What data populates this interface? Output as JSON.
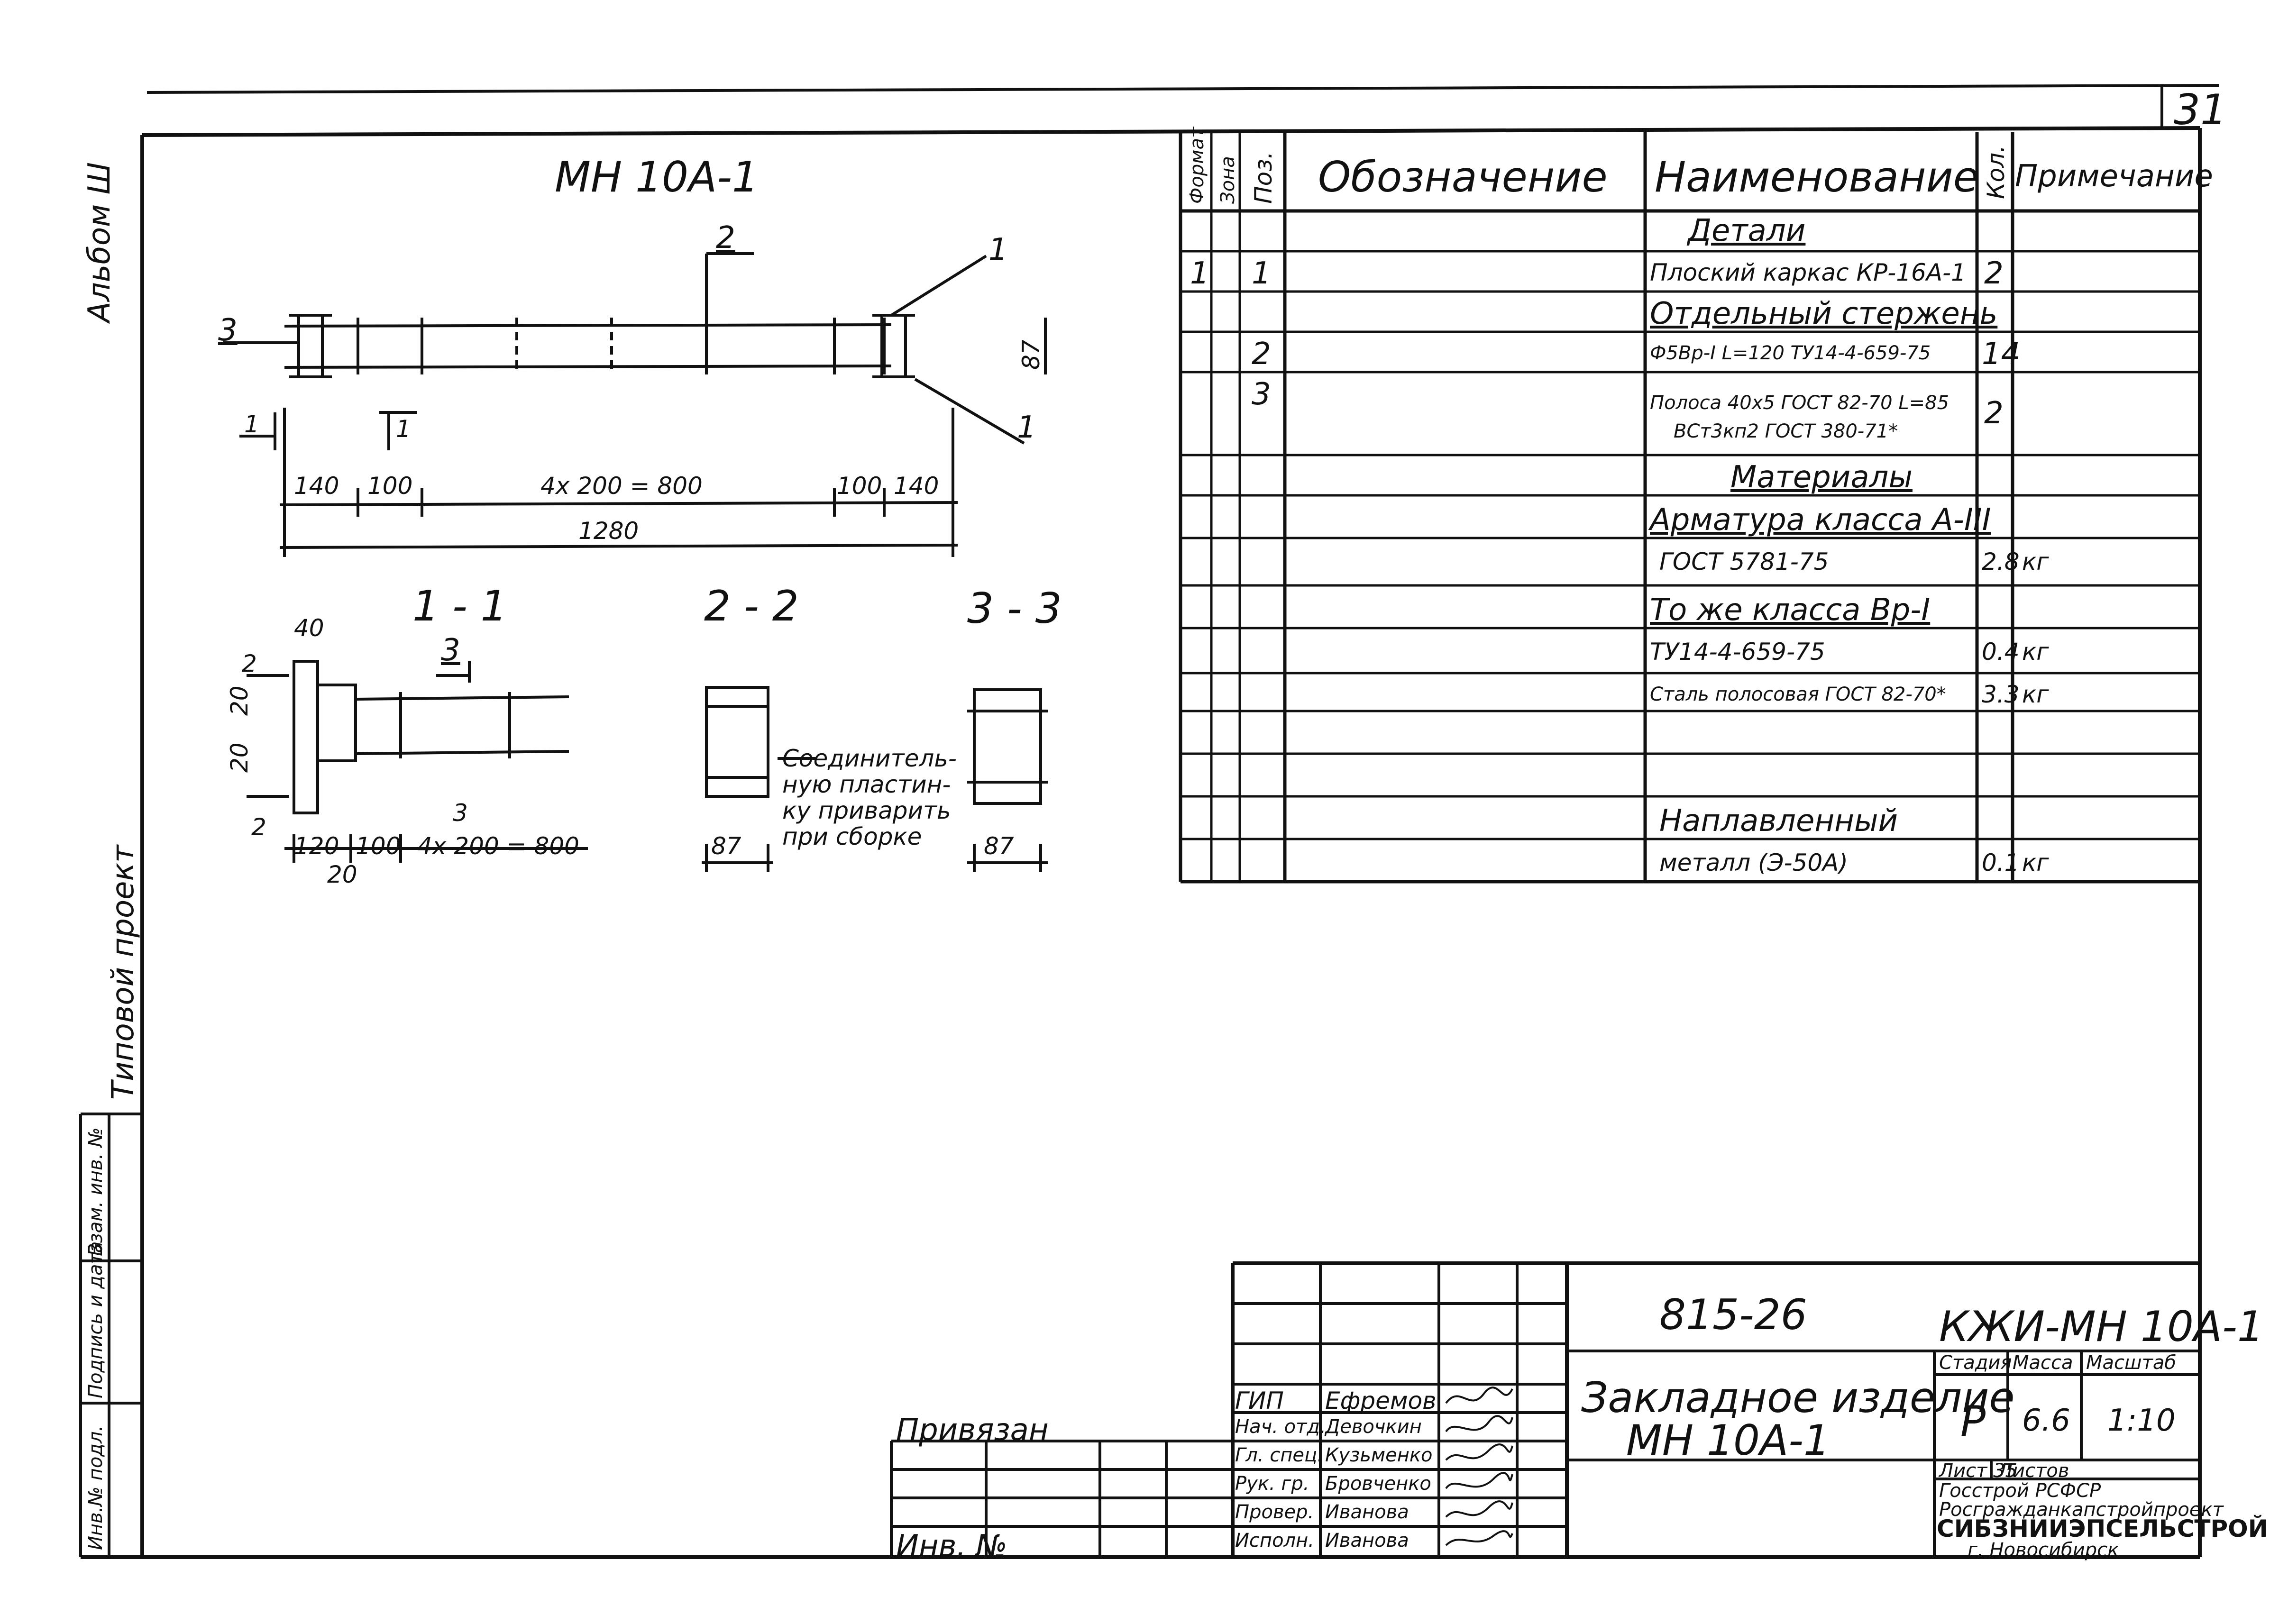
{
  "page_number": "31",
  "margin": {
    "album": "Альбом Ш",
    "project": "Типовой проект",
    "stamp_cols": [
      "Инв.№ подл.",
      "Подпись и дата",
      "Взам. инв. №"
    ]
  },
  "drawing": {
    "title": "МН 10А-1",
    "dims": {
      "d140a": "140",
      "d100a": "100",
      "d4x200": "4х 200 = 800",
      "d100b": "100",
      "d140b": "140",
      "d1280": "1280",
      "d87": "87",
      "callout_1a": "1",
      "callout_1b": "1",
      "callout_2": "2",
      "callout_3": "3",
      "cut_1": "1",
      "cut_1b": "1"
    },
    "sections": {
      "s11_title": "1 - 1",
      "s22_title": "2 - 2",
      "s33_title": "3 - 3",
      "s11_d40": "40",
      "s11_d20a": "20",
      "s11_d20b": "20",
      "s11_d20c": "20",
      "s11_d120": "120",
      "s11_d100": "100",
      "s11_d4x200": "4х 200 = 800",
      "s11_c2a": "2",
      "s11_c2b": "2",
      "s11_c3": "3",
      "s11_c3b": "3",
      "s22_d87": "87",
      "s33_d87": "87",
      "note": [
        "Соединитель-",
        "ную пластин-",
        "ку приварить",
        "при сборке"
      ]
    }
  },
  "spec": {
    "headers": {
      "format": "Формат",
      "zone": "Зона",
      "pos": "Поз.",
      "designation": "Обозначение",
      "name": "Наименование",
      "qty": "Кол.",
      "note": "Примечание"
    },
    "rows": [
      {
        "format": "",
        "zone": "",
        "pos": "",
        "name": "Детали",
        "qty": "",
        "note": ""
      },
      {
        "format": "1",
        "zone": "",
        "pos": "1",
        "name": "Плоский каркас КР-16А-1",
        "qty": "2",
        "note": ""
      },
      {
        "format": "",
        "zone": "",
        "pos": "",
        "name": "Отдельный стержень",
        "qty": "",
        "note": ""
      },
      {
        "format": "",
        "zone": "",
        "pos": "2",
        "name": "Ф5Вр-I L=120 ТУ14-4-659-75",
        "qty": "14",
        "note": ""
      },
      {
        "format": "",
        "zone": "",
        "pos": "3",
        "name": "Полоса 40х5 ГОСТ 82-70 L=85",
        "name2": "ВСт3кп2 ГОСТ 380-71*",
        "qty": "2",
        "note": ""
      },
      {
        "format": "",
        "zone": "",
        "pos": "",
        "name": "Материалы",
        "qty": "",
        "note": ""
      },
      {
        "format": "",
        "zone": "",
        "pos": "",
        "name": "Арматура класса А-III",
        "qty": "",
        "note": ""
      },
      {
        "format": "",
        "zone": "",
        "pos": "",
        "name": "ГОСТ 5781-75",
        "qty": "2.8",
        "note": "кг"
      },
      {
        "format": "",
        "zone": "",
        "pos": "",
        "name": "То же класса Вр-I",
        "qty": "",
        "note": ""
      },
      {
        "format": "",
        "zone": "",
        "pos": "",
        "name": "ТУ14-4-659-75",
        "qty": "0.4",
        "note": "кг"
      },
      {
        "format": "",
        "zone": "",
        "pos": "",
        "name": "Сталь полосовая ГОСТ 82-70*",
        "qty": "3.3",
        "note": "кг"
      },
      {
        "format": "",
        "zone": "",
        "pos": "",
        "name": "",
        "qty": "",
        "note": ""
      },
      {
        "format": "",
        "zone": "",
        "pos": "",
        "name": "",
        "qty": "",
        "note": ""
      },
      {
        "format": "",
        "zone": "",
        "pos": "",
        "name": "Наплавленный",
        "qty": "",
        "note": ""
      },
      {
        "format": "",
        "zone": "",
        "pos": "",
        "name": "металл (Э-50А)",
        "qty": "0.1",
        "note": "кг"
      }
    ]
  },
  "title_block": {
    "series": "815-26",
    "doc_code": "КЖИ-МН 10А-1",
    "product_name": [
      "Закладное изделие",
      "МН 10А-1"
    ],
    "stage_label": "Стадия",
    "mass_label": "Масса",
    "scale_label": "Масштаб",
    "stage": "Р",
    "mass": "6.6",
    "scale": "1:10",
    "sheet_label": "Лист 35",
    "sheets_label": "Листов",
    "org": [
      "Госстрой РСФСР",
      "Росгражданкапстройпроект",
      "СИБЗНИИЭПСЕЛЬСТРОЙ",
      "г. Новосибирск"
    ],
    "binding": "Привязан",
    "inv": "Инв. №",
    "staff": [
      {
        "role": "ГИП",
        "name": "Ефремов"
      },
      {
        "role": "Нач. отд.",
        "name": "Девочкин"
      },
      {
        "role": "Гл. спец.",
        "name": "Кузьменко"
      },
      {
        "role": "Рук. гр.",
        "name": "Бровченко"
      },
      {
        "role": "Провер.",
        "name": "Иванова"
      },
      {
        "role": "Исполн.",
        "name": "Иванова"
      }
    ]
  }
}
